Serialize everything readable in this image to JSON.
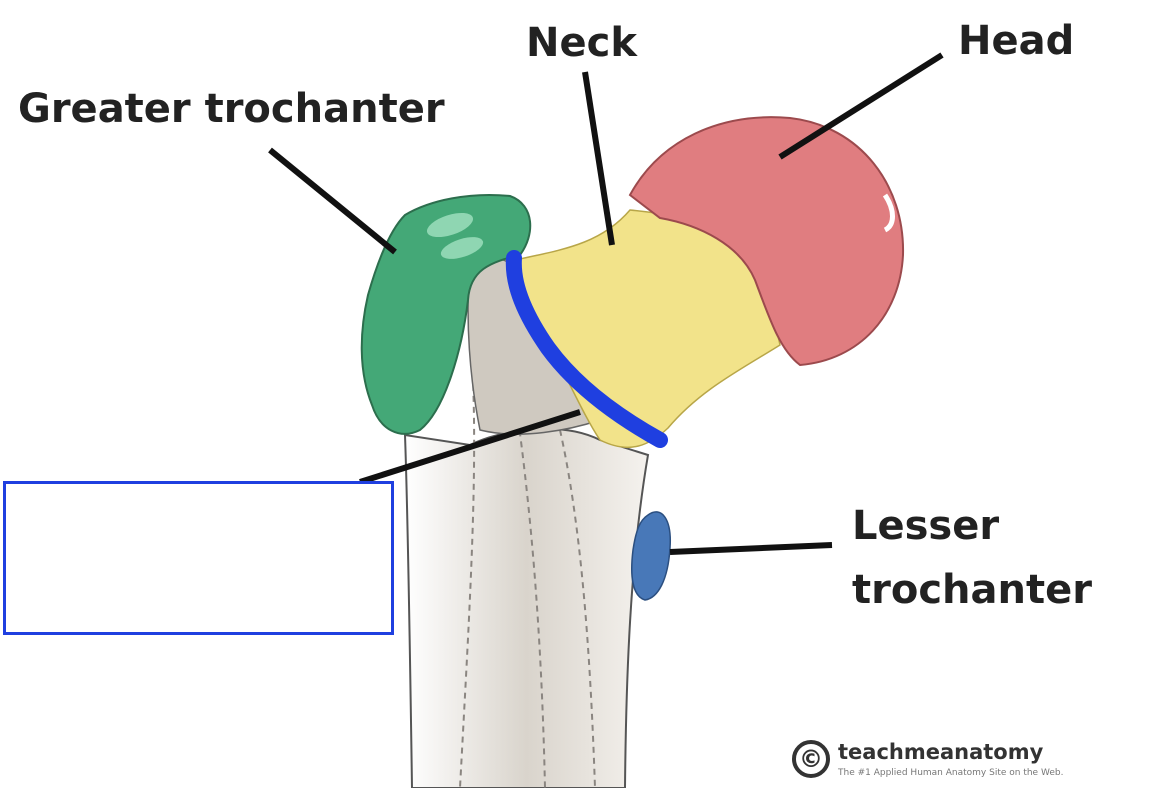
{
  "labels": {
    "neck": "Neck",
    "head": "Head",
    "greater_trochanter": "Greater trochanter",
    "lesser_trochanter_line1": "Lesser",
    "lesser_trochanter_line2": "trochanter"
  },
  "answer_box": {
    "value": ""
  },
  "watermark": {
    "symbol": "©",
    "name": "teachmeanatomy",
    "tagline": "The #1 Applied Human Anatomy Site on the Web."
  },
  "colors": {
    "head": "#e07d80",
    "neck": "#f2e38a",
    "greater_trochanter": "#44a877",
    "lesser_trochanter": "#4878b8",
    "highlight_line": "#1f3fe0",
    "leader_line": "#111111",
    "bone": "#f4f1ec"
  }
}
